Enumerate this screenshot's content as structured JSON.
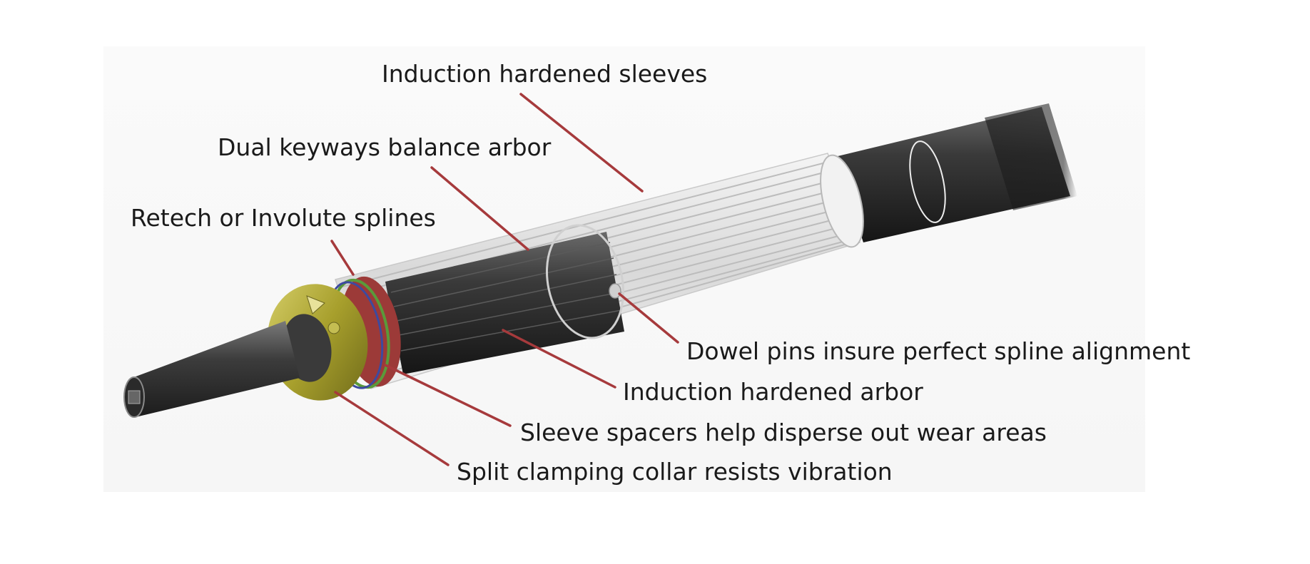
{
  "callouts": {
    "sleeves": "Induction hardened sleeves",
    "keyways": "Dual keyways balance arbor",
    "splines": "Retech or Involute splines",
    "dowel": "Dowel pins insure perfect spline alignment",
    "arbor": "Induction hardened arbor",
    "spacers": "Sleeve spacers help disperse out wear areas",
    "collar": "Split clamping collar resists vibration"
  },
  "colors": {
    "leader": "#a63a3c",
    "shaft_dark": "#2a2a2a",
    "sleeve_light": "#e6e6e6",
    "collar": "#b2aa3a",
    "spacer_red": "#9c3a38",
    "spacer_green": "#5a9a3a",
    "spacer_blue": "#3c4aa0"
  }
}
